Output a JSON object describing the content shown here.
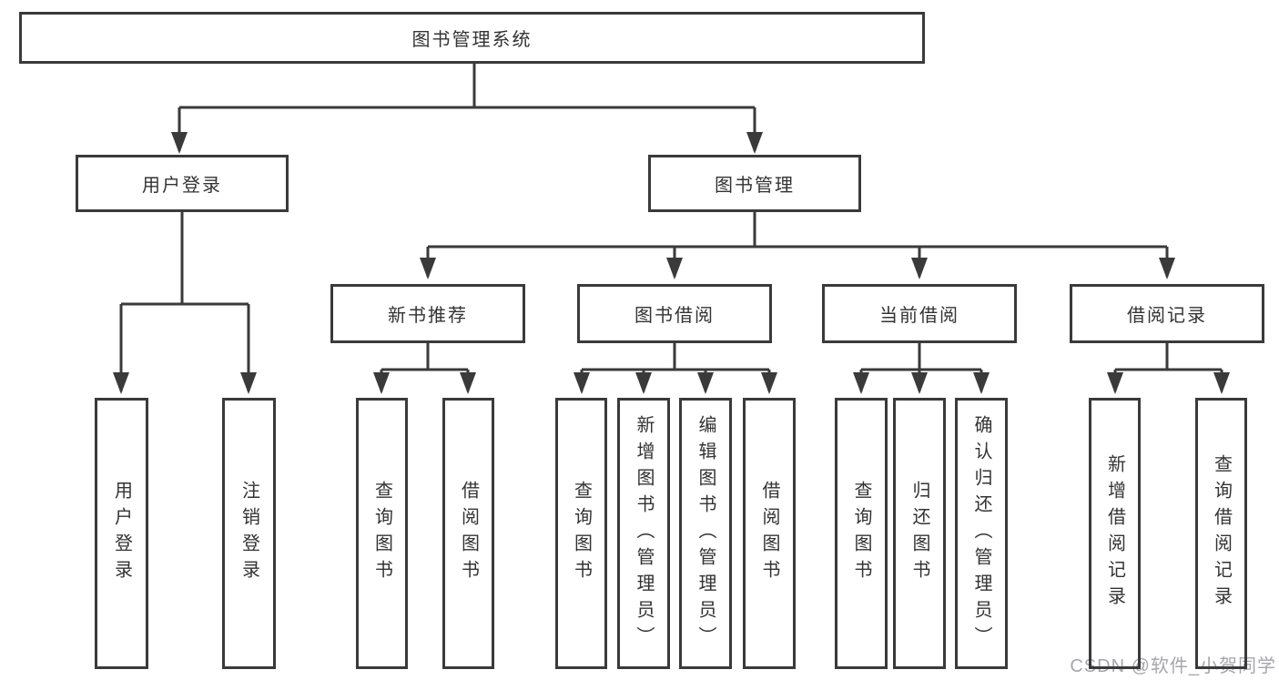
{
  "colors": {
    "line": "#3a3a3a",
    "border": "#3a3a3a",
    "text": "#333333",
    "watermark": "#a6a6ab"
  },
  "nodes": {
    "root": {
      "label": "图书管理系统"
    },
    "userLogin": {
      "label": "用户登录"
    },
    "bookMgmt": {
      "label": "图书管理"
    },
    "newBookRec": {
      "label": "新书推荐"
    },
    "bookBorrow": {
      "label": "图书借阅"
    },
    "currentBorrow": {
      "label": "当前借阅"
    },
    "borrowRecord": {
      "label": "借阅记录"
    },
    "l_userLogin": {
      "label": "用户登录"
    },
    "l_logout": {
      "label": "注销登录"
    },
    "l_query1": {
      "label": "查询图书"
    },
    "l_borrow1": {
      "label": "借阅图书"
    },
    "l_query2": {
      "label": "查询图书"
    },
    "l_add": {
      "label": "新增图书（管理员）"
    },
    "l_edit": {
      "label": "编辑图书（管理员）"
    },
    "l_borrow2": {
      "label": "借阅图书"
    },
    "l_query3": {
      "label": "查询图书"
    },
    "l_return": {
      "label": "归还图书"
    },
    "l_confirm": {
      "label": "确认归还（管理员）"
    },
    "l_addRec": {
      "label": "新增借阅记录"
    },
    "l_queryRec": {
      "label": "查询借阅记录"
    }
  },
  "diagram": {
    "type": "tree",
    "root": "图书管理系统",
    "hierarchy": [
      {
        "parent": "图书管理系统",
        "children": [
          "用户登录",
          "图书管理"
        ]
      },
      {
        "parent": "用户登录",
        "children": [
          "用户登录",
          "注销登录"
        ]
      },
      {
        "parent": "图书管理",
        "children": [
          "新书推荐",
          "图书借阅",
          "当前借阅",
          "借阅记录"
        ]
      },
      {
        "parent": "新书推荐",
        "children": [
          "查询图书",
          "借阅图书"
        ]
      },
      {
        "parent": "图书借阅",
        "children": [
          "查询图书",
          "新增图书（管理员）",
          "编辑图书（管理员）",
          "借阅图书"
        ]
      },
      {
        "parent": "当前借阅",
        "children": [
          "查询图书",
          "归还图书",
          "确认归还（管理员）"
        ]
      },
      {
        "parent": "借阅记录",
        "children": [
          "新增借阅记录",
          "查询借阅记录"
        ]
      }
    ]
  },
  "watermark": {
    "text": "CSDN @软件_小贺同学"
  }
}
